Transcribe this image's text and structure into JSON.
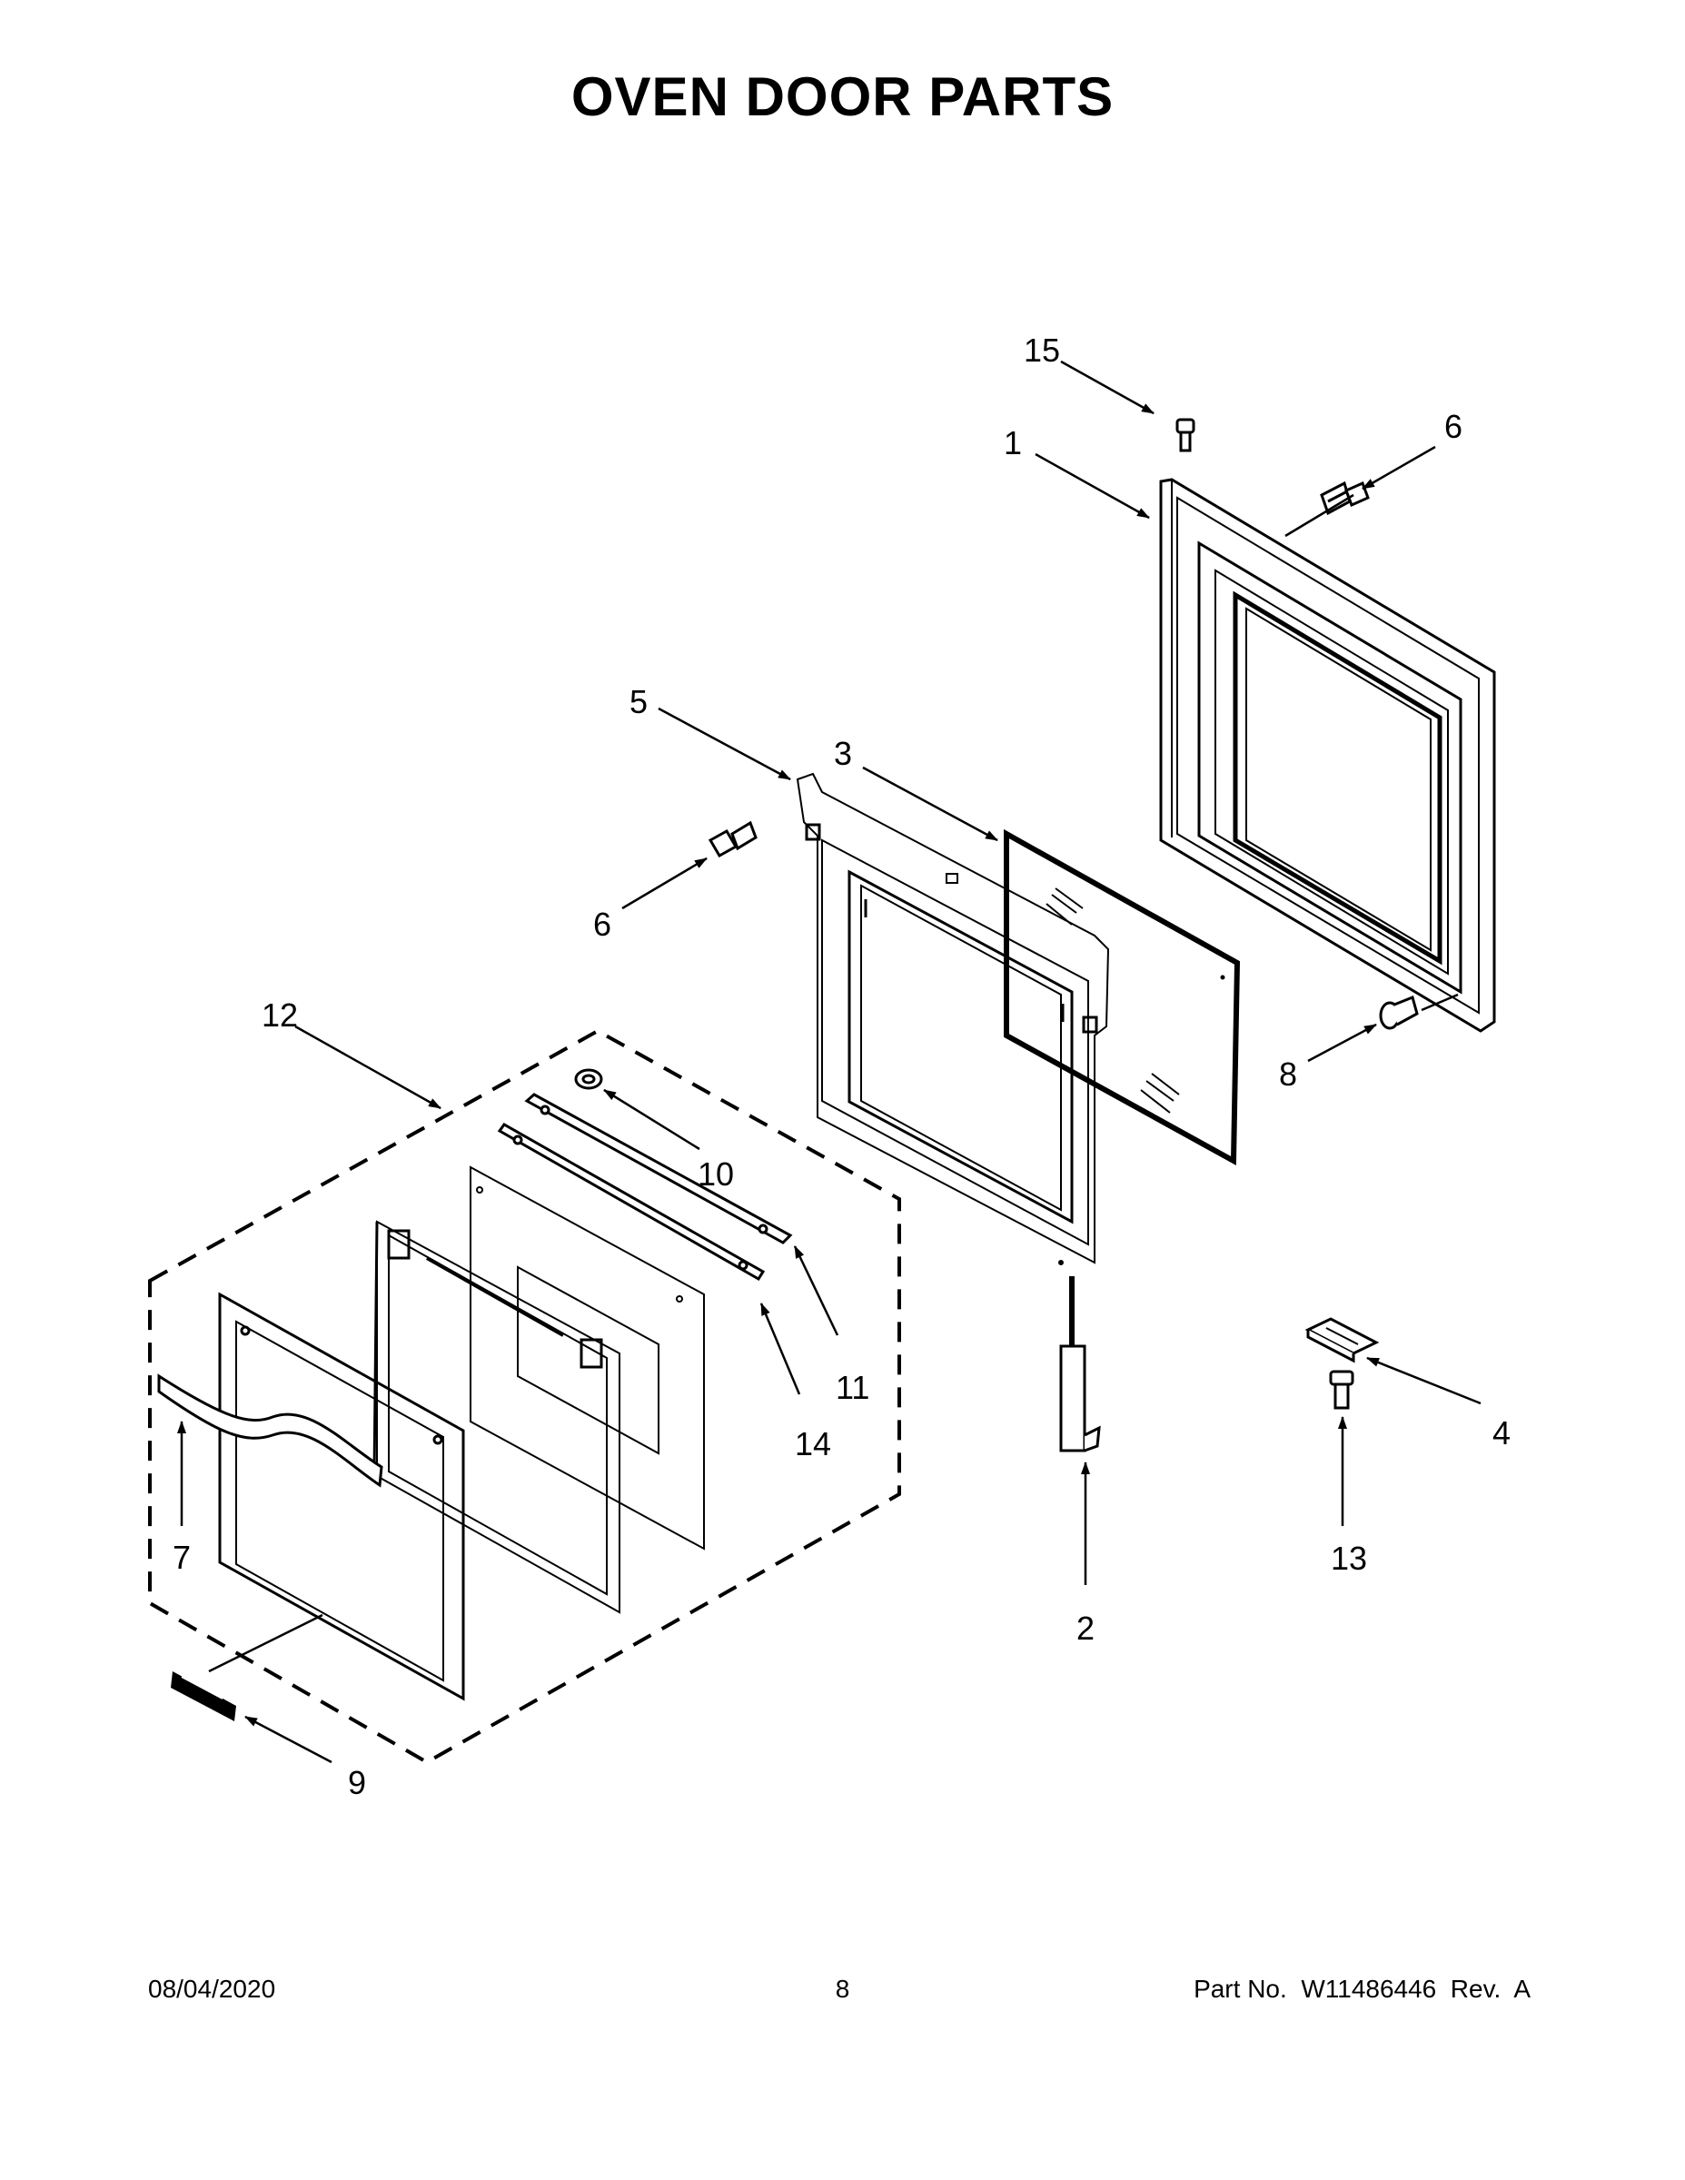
{
  "title": "OVEN DOOR PARTS",
  "callouts": {
    "c1": "1",
    "c2": "2",
    "c3": "3",
    "c4": "4",
    "c5": "5",
    "c6a": "6",
    "c6b": "6",
    "c7": "7",
    "c8": "8",
    "c9": "9",
    "c10": "10",
    "c11": "11",
    "c12": "12",
    "c13": "13",
    "c14": "14",
    "c15": "15"
  },
  "footer": {
    "date": "08/04/2020",
    "page": "8",
    "part": "Part No.  W11486446  Rev.  A"
  }
}
